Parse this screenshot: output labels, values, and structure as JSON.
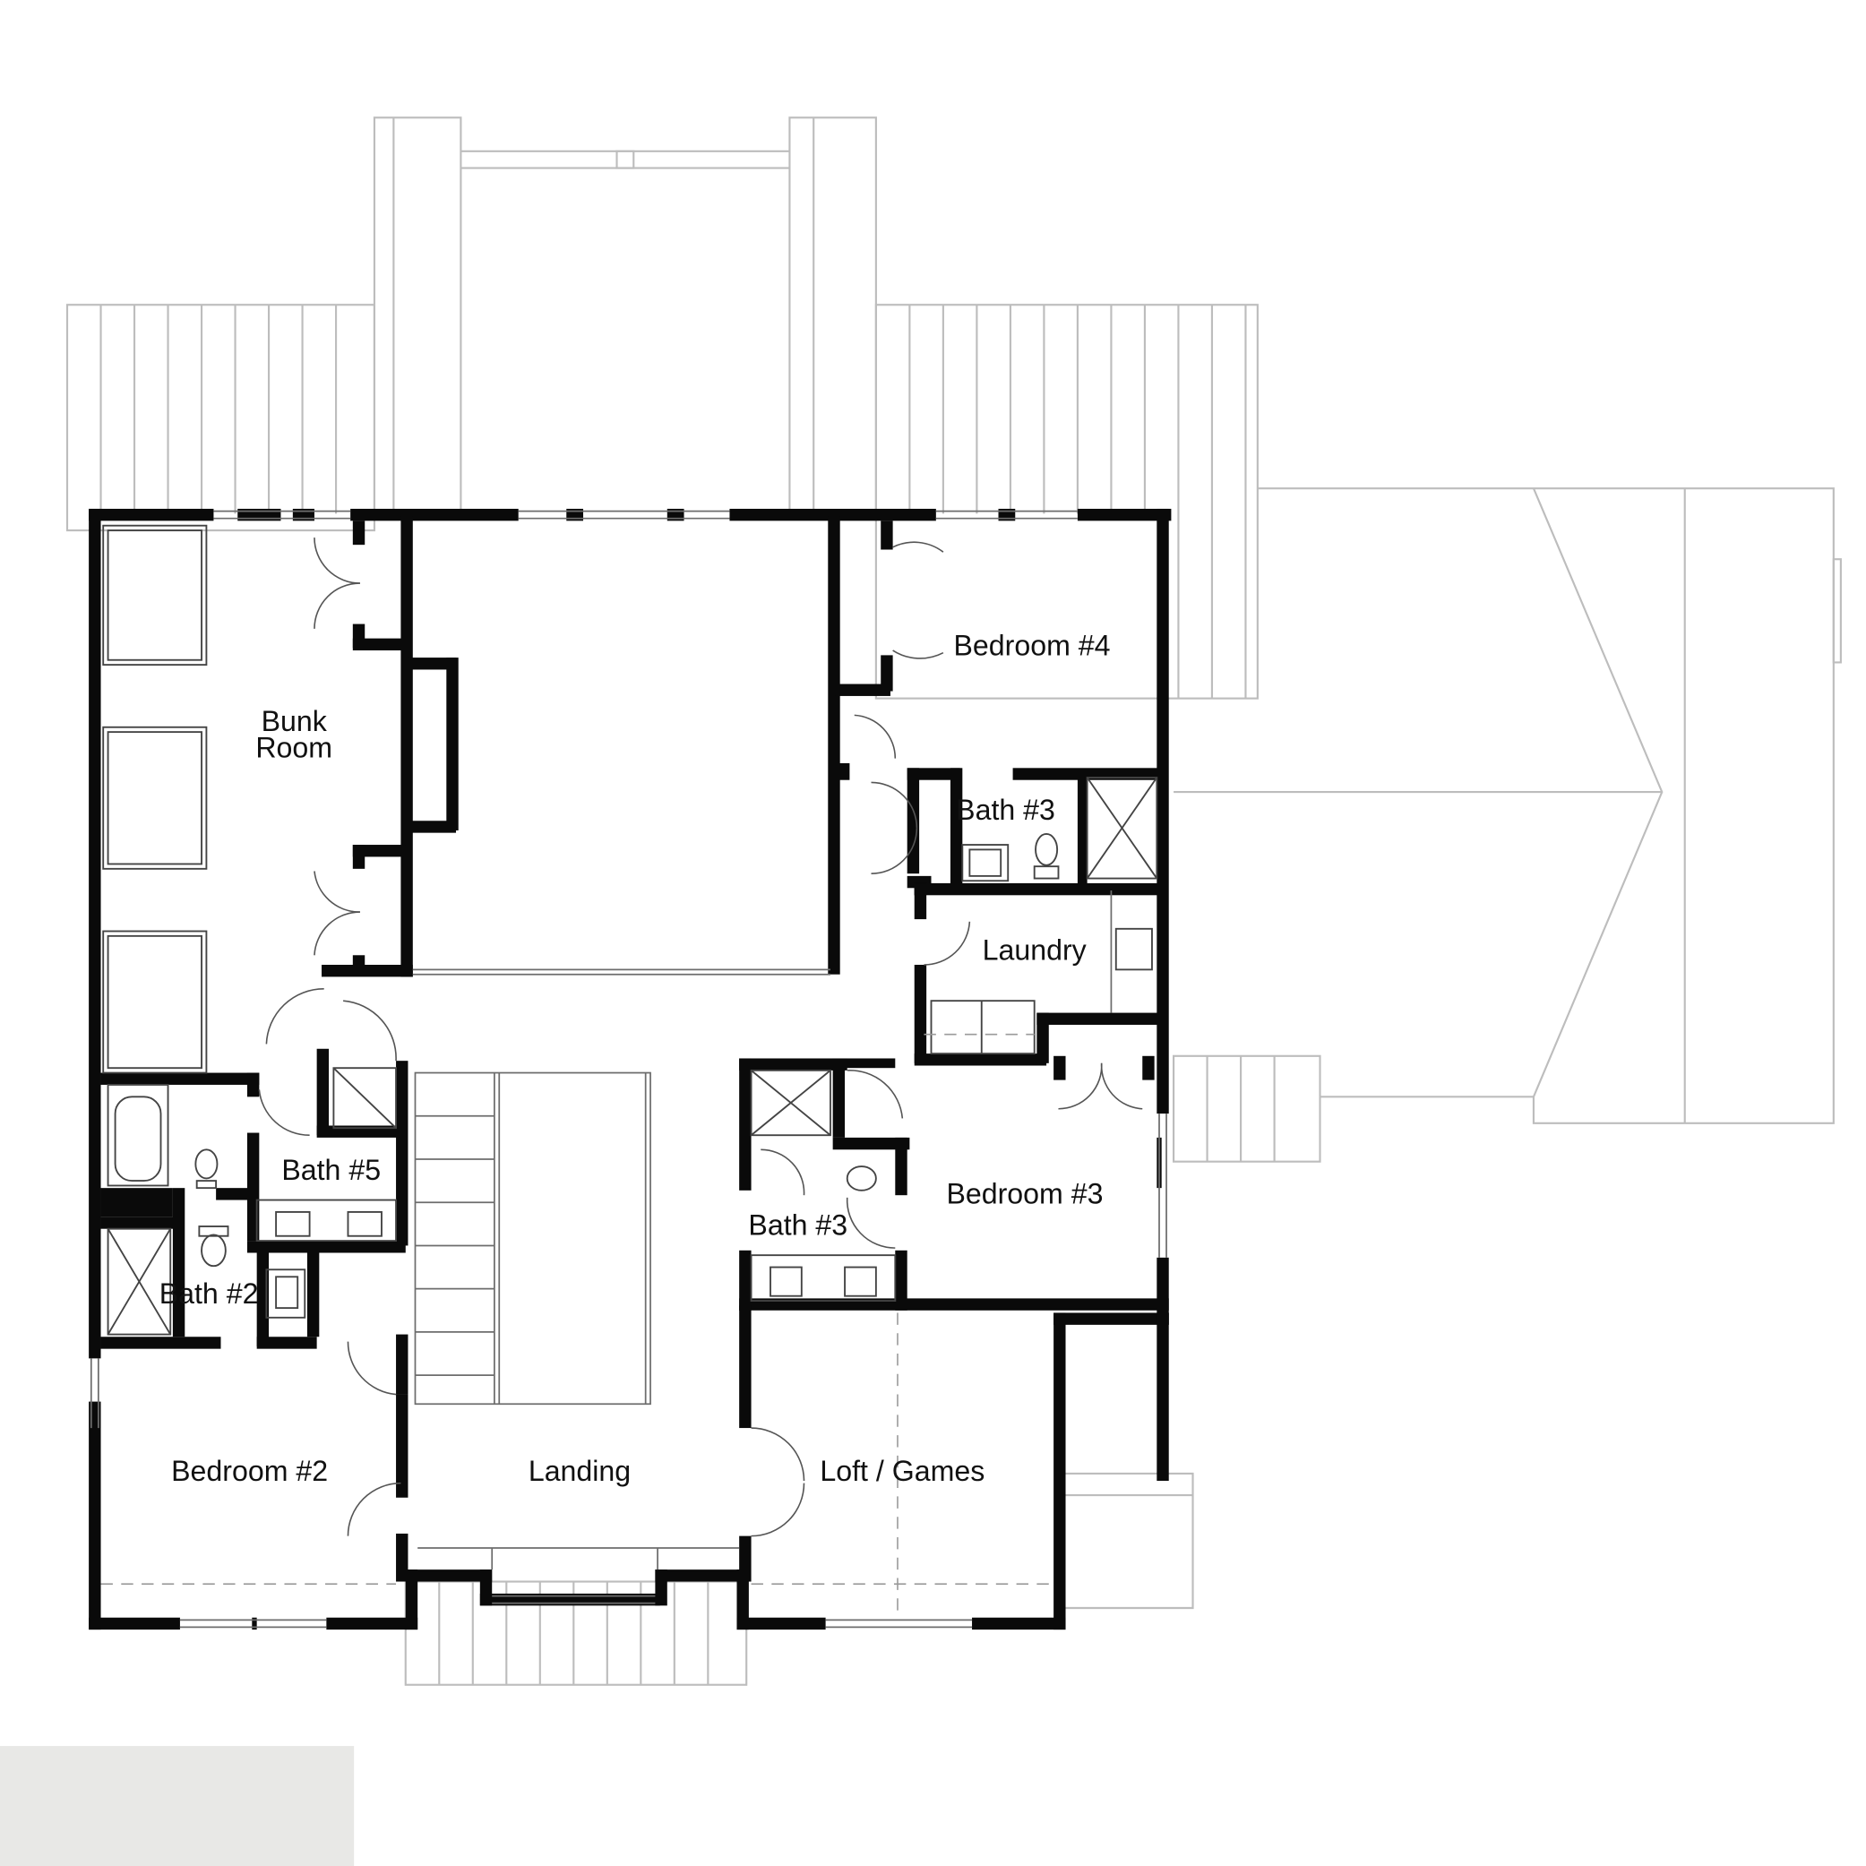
{
  "floor_plan": {
    "rooms": {
      "bunk_room": [
        "Bunk",
        "Room"
      ],
      "bedroom_4": "Bedroom #4",
      "bath_3_upper": "Bath #3",
      "laundry": "Laundry",
      "bath_5": "Bath #5",
      "bedroom_3": "Bedroom #3",
      "bath_3_lower": "Bath #3",
      "bath_2": "Bath #2",
      "bedroom_2": "Bedroom #2",
      "landing": "Landing",
      "loft_games": "Loft / Games"
    },
    "colors": {
      "wall": "#0a0a0a",
      "roof_line": "#bdbdbd",
      "corner_block": "#e8e8e6",
      "background": "#ffffff"
    }
  }
}
